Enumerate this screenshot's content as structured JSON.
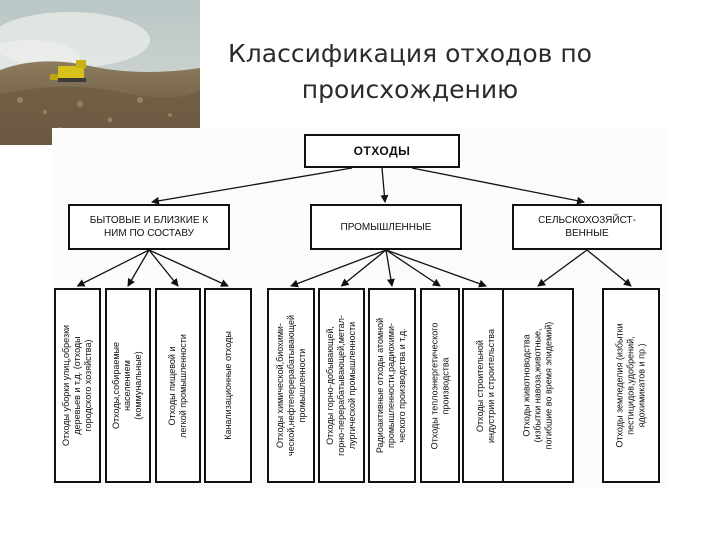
{
  "header": {
    "title_lines": [
      "Классификация отходов по",
      "происхождению"
    ]
  },
  "photo": {
    "icon": "landfill-bulldozer-photo",
    "colors": {
      "sky": "#c9d3cf",
      "smoke": "#e6e9e6",
      "ground": "#7d6a4f",
      "bulldozer": "#d8c21a"
    }
  },
  "diagram": {
    "root": "ОТХОДЫ",
    "categories": [
      {
        "label_lines": [
          "БЫТОВЫЕ И БЛИЗКИЕ К",
          "НИМ ПО СОСТАВУ"
        ]
      },
      {
        "label_lines": [
          "ПРОМЫШЛЕННЫЕ"
        ]
      },
      {
        "label_lines": [
          "СЕЛЬСКОХОЗЯЙСТ-",
          "ВЕННЫЕ"
        ]
      }
    ],
    "leaves": [
      {
        "lines": [
          "Отходы уборки улиц,обрезки",
          "деревьев и т.д. (отходы",
          "городского хозяйства)"
        ]
      },
      {
        "lines": [
          "Отходы,собираемые",
          "населением",
          "(коммунальные)"
        ]
      },
      {
        "lines": [
          "Отходы пищевой и",
          "легкой промышленности"
        ]
      },
      {
        "lines": [
          "Канализационные отходы"
        ]
      },
      {
        "lines": [
          "Отходы химической,биохими-",
          "ческой,нефтеперерабатывающей",
          "промышленности"
        ]
      },
      {
        "lines": [
          "Отходы горно-добывающей,",
          "горно-перерабатывающей,метал-",
          "лургической промышленности"
        ]
      },
      {
        "lines": [
          "Радиоактивные отходы атомной",
          "промышленности,радиохими-",
          "ческого производства и т.д."
        ]
      },
      {
        "lines": [
          "Отходы теплоэнергетического",
          "производства"
        ]
      },
      {
        "lines": [
          "Отходы строительной",
          "индустрии и строительства"
        ]
      },
      {
        "lines": [
          "Отходы животноводства",
          "(избытки навоза,животные,",
          "погибшие во время эпидемий)"
        ]
      },
      {
        "lines": [
          "Отходы земледелия (избытки",
          "пестицидов,удобрений,",
          "ядохимикатов и пр.)"
        ]
      }
    ]
  }
}
